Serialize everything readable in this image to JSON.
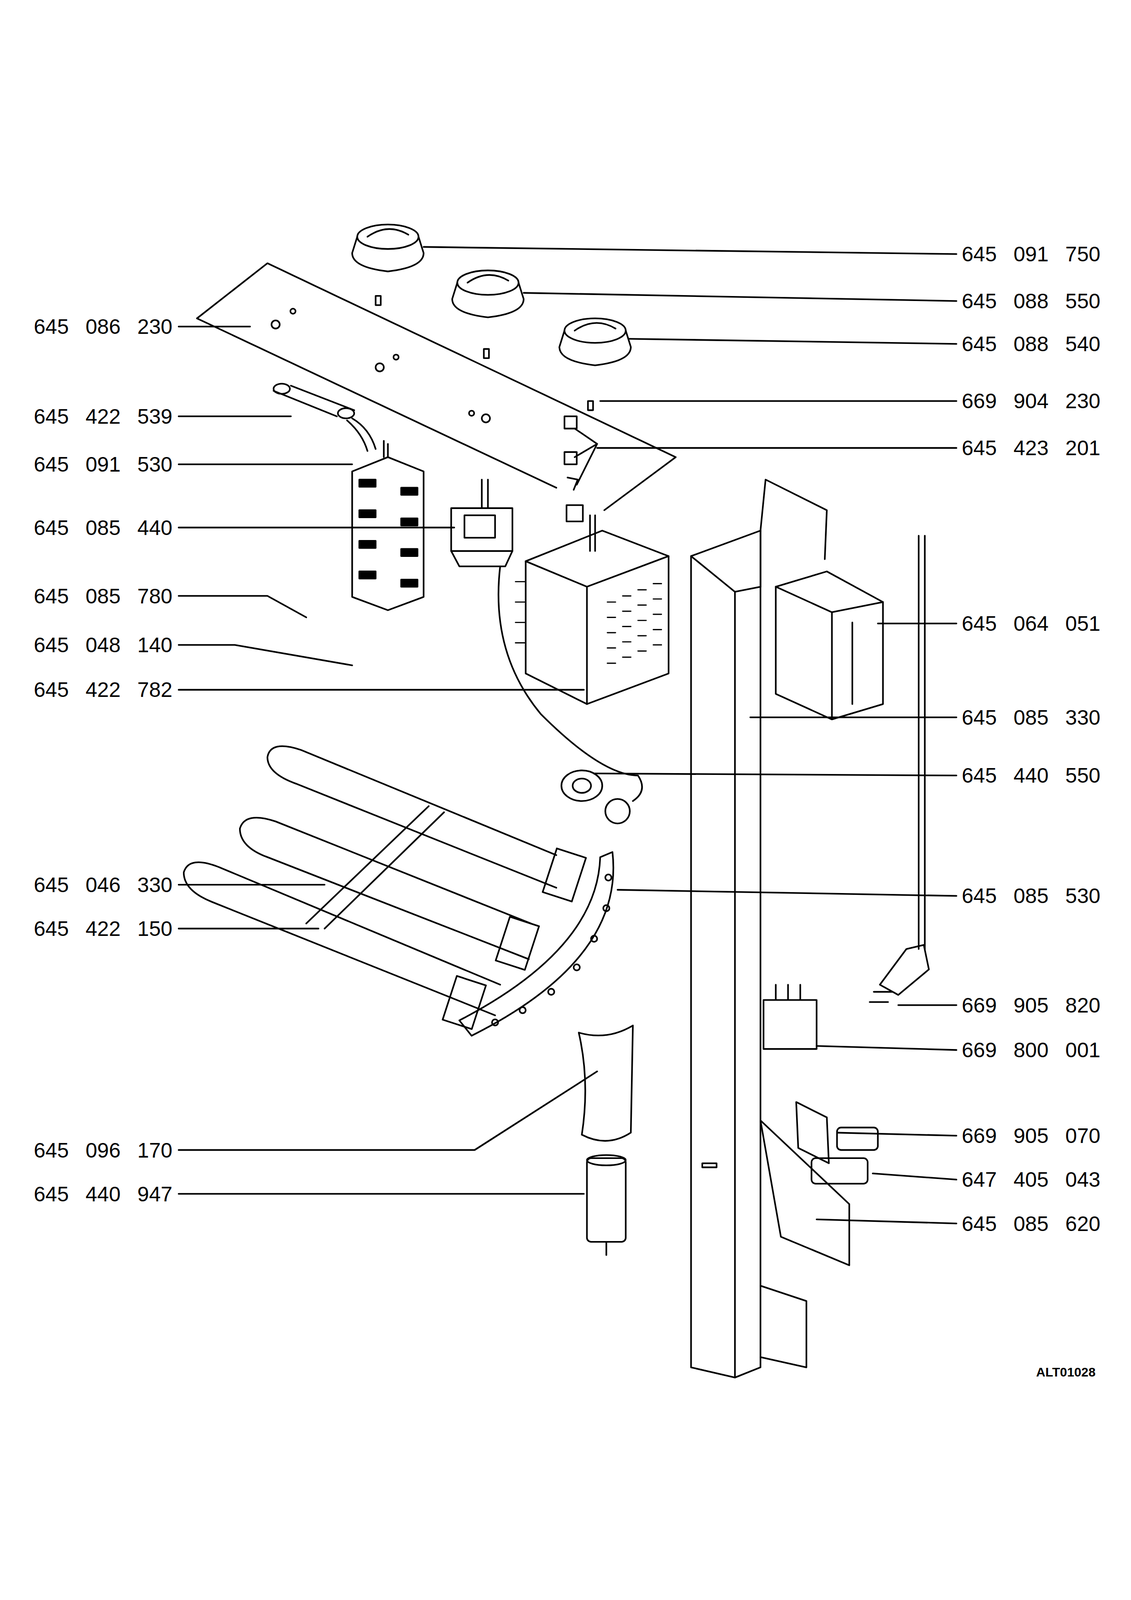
{
  "diagram": {
    "labels": [
      "645 091 750",
      "645 086 230",
      "645 088 550",
      "645 088 540",
      "669 904 230",
      "645 422 539",
      "645 423 201",
      "645 091 530",
      "645 085 440",
      "645 085 780",
      "645 064 051",
      "645 048 140",
      "645 422 782",
      "645 085 330",
      "645 440 550",
      "645 046 330",
      "645 085 530",
      "645 422 150",
      "669 905 820",
      "669 800 001",
      "669 905 070",
      "645 096 170",
      "647 405 043",
      "645 440 947",
      "645 085 620",
      "ALT01028"
    ]
  }
}
